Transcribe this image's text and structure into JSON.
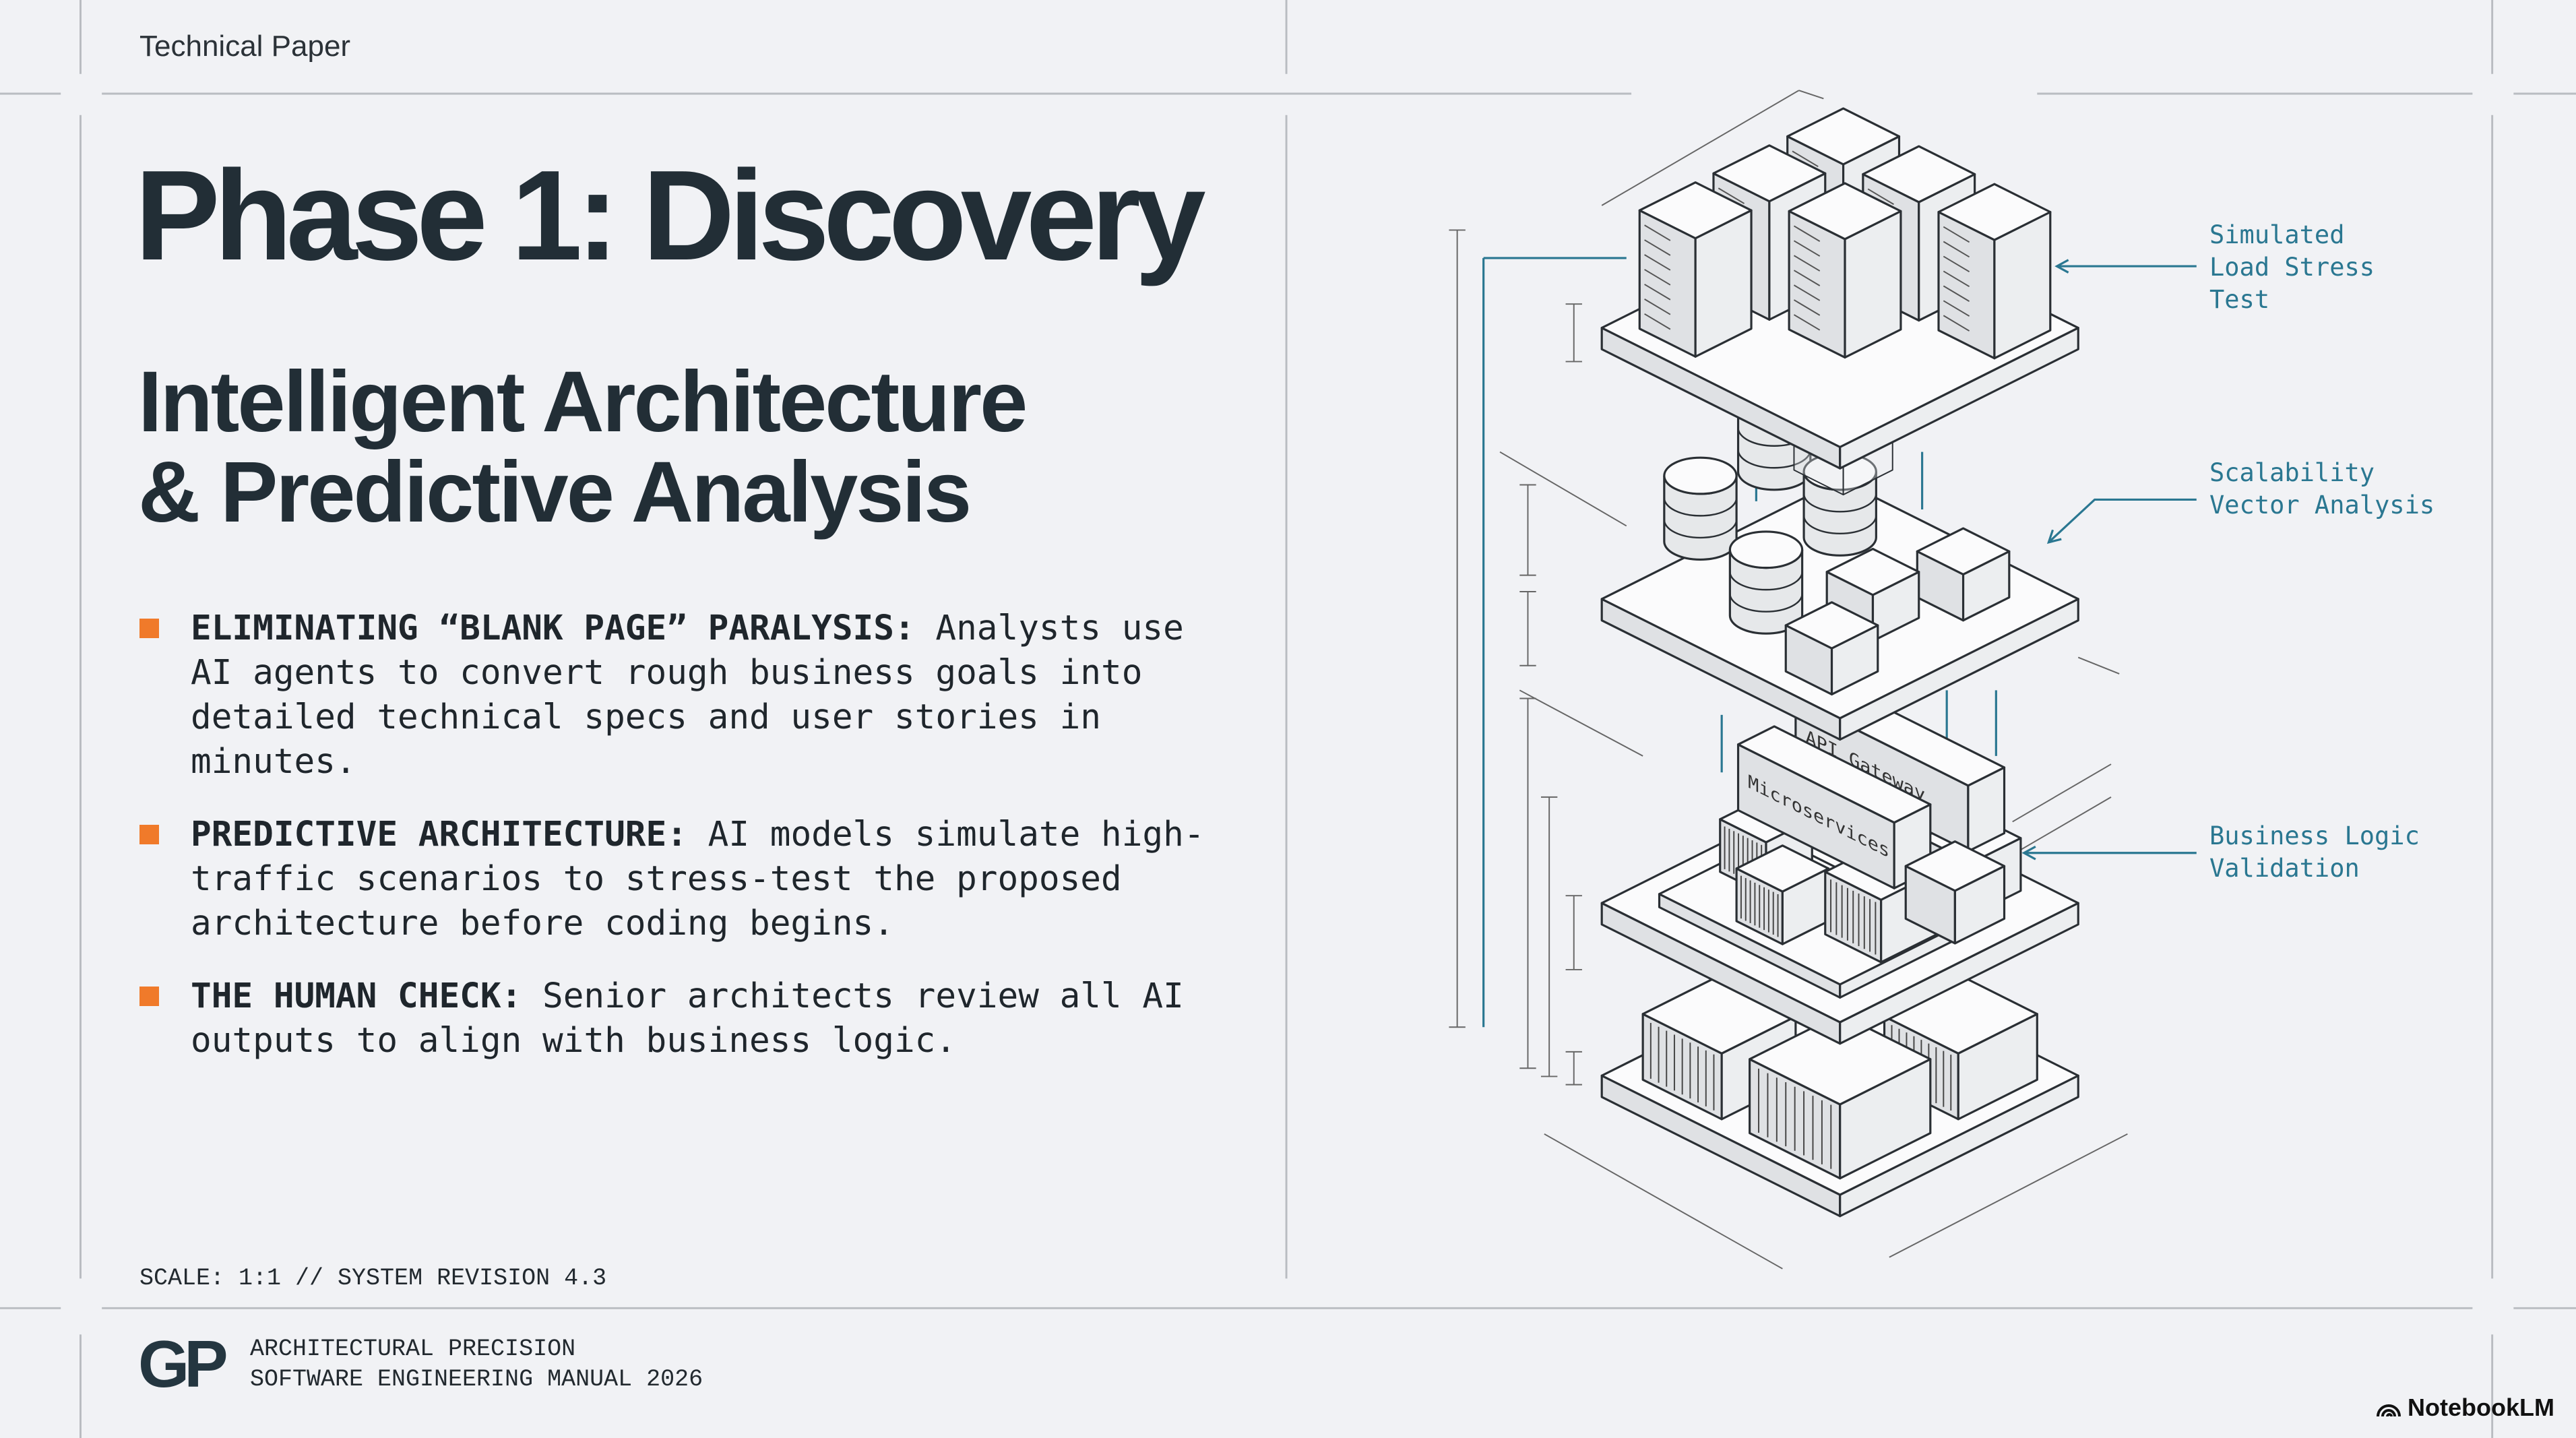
{
  "header": {
    "label": "Technical Paper"
  },
  "title": "Phase 1: Discovery",
  "subtitle": {
    "line1": "Intelligent Architecture",
    "line2": "& Predictive Analysis"
  },
  "bullets": [
    {
      "lead": "ELIMINATING “BLANK PAGE” PARALYSIS:",
      "text": " Analysts use AI agents to convert rough business goals into detailed technical specs and user stories in minutes."
    },
    {
      "lead": "PREDICTIVE ARCHITECTURE:",
      "text": " AI models simulate high-traffic scenarios to stress-test the proposed architecture before coding begins."
    },
    {
      "lead": "THE HUMAN CHECK:",
      "text": " Senior architects review all AI outputs to align with business logic."
    }
  ],
  "diagram": {
    "callouts": [
      "Simulated\nLoad Stress\nTest",
      "Scalability\nVector Analysis",
      "Business Logic\nValidation"
    ],
    "box_labels": {
      "gateway": "API Gateway",
      "microservices": "Microservices"
    }
  },
  "footer": {
    "scale": "SCALE: 1:1 // SYSTEM REVISION 4.3",
    "logo": "GP",
    "line1": "ARCHITECTURAL PRECISION",
    "line2": "SOFTWARE ENGINEERING MANUAL 2026",
    "brand": "NotebookLM"
  },
  "colors": {
    "accent": "#f07a2a",
    "callout": "#2a7791",
    "ink": "#222e36",
    "background": "#f1f2f5"
  }
}
